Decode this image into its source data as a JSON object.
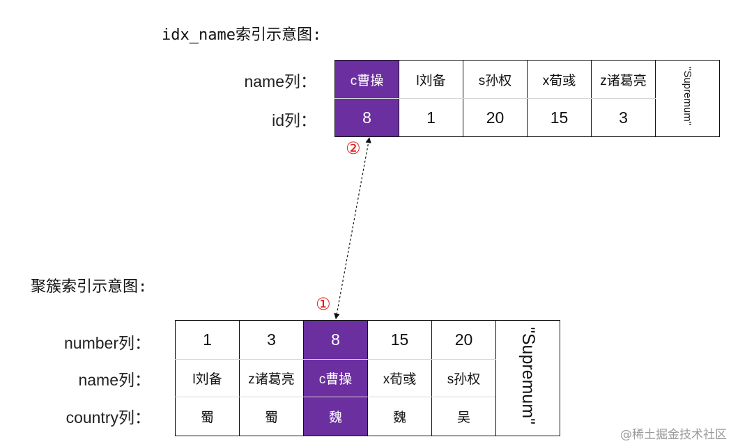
{
  "secondary_index": {
    "title": "idx_name索引示意图:",
    "row_labels": [
      "name列：",
      "id列："
    ],
    "cells": [
      {
        "name": "c曹操",
        "id": "8",
        "highlight": true
      },
      {
        "name": "l刘备",
        "id": "1",
        "highlight": false
      },
      {
        "name": "s孙权",
        "id": "20",
        "highlight": false
      },
      {
        "name": "x荀彧",
        "id": "15",
        "highlight": false
      },
      {
        "name": "z诸葛亮",
        "id": "3",
        "highlight": false
      }
    ],
    "supremum": "\"Supremum\""
  },
  "clustered_index": {
    "title": "聚簇索引示意图:",
    "row_labels": [
      "number列：",
      "name列：",
      "country列："
    ],
    "cells": [
      {
        "number": "1",
        "name": "l刘备",
        "country": "蜀",
        "highlight": false
      },
      {
        "number": "3",
        "name": "z诸葛亮",
        "country": "蜀",
        "highlight": false
      },
      {
        "number": "8",
        "name": "c曹操",
        "country": "魏",
        "highlight": true
      },
      {
        "number": "15",
        "name": "x荀彧",
        "country": "魏",
        "highlight": false
      },
      {
        "number": "20",
        "name": "s孙权",
        "country": "吴",
        "highlight": false
      }
    ],
    "supremum": "\"Supremum\""
  },
  "markers": {
    "step1": "①",
    "step2": "②"
  },
  "watermark": "@稀土掘金技术社区",
  "colors": {
    "highlight": "#6b2fa0",
    "marker": "#e02020",
    "border": "#111111"
  }
}
